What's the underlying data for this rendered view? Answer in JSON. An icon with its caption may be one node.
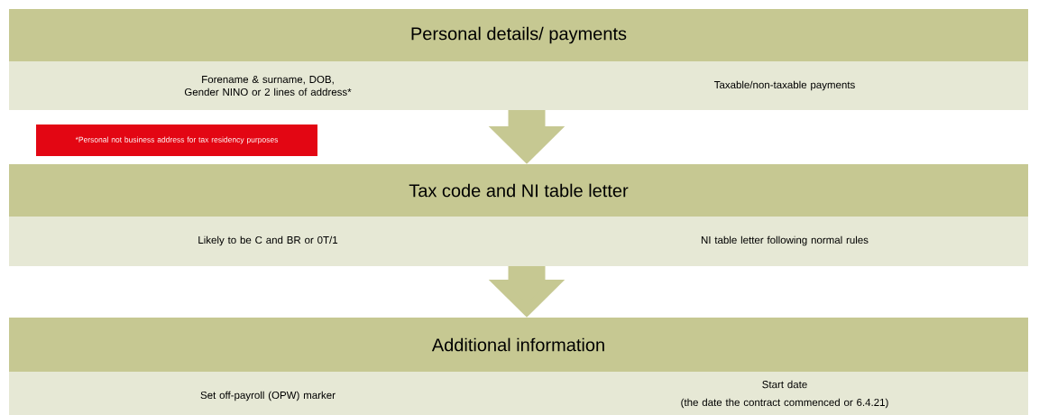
{
  "diagram": {
    "nodes": [
      {
        "text": [
          "Personal details/ payments"
        ]
      },
      {
        "text": [
          "Forename & surname, DOB, Gender NINO or 2 lines of address*",
          "Taxable/non-taxable payments"
        ]
      },
      {
        "text": [
          "*Personal not business address for tax residency purposes"
        ]
      },
      {
        "text": [
          "Tax code and NI table letter"
        ]
      },
      {
        "text": [
          "Likely to be C and BR or 0T/1",
          "NI table letter following normal rules"
        ]
      },
      {
        "text": [
          "Additional information"
        ]
      },
      {
        "text": [
          "Set off-payroll (OPW) marker",
          "Start date",
          "(the date the contract commenced or 6.4.21)"
        ]
      }
    ],
    "edges": [
      {
        "from": 1,
        "to": 3,
        "arrow": "to"
      },
      {
        "from": 4,
        "to": 5,
        "arrow": "to"
      }
    ]
  }
}
